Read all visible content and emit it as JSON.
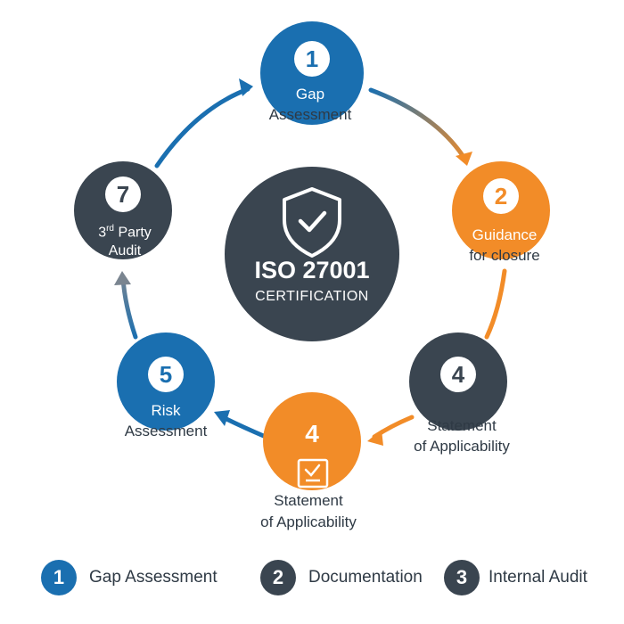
{
  "colors": {
    "blue": "#1a6fb0",
    "orange": "#f28c28",
    "dark": "#3a4550",
    "gray": "#7a8590"
  },
  "center": {
    "icon": "shield-check-icon",
    "title": "ISO 27001",
    "subtitle": "CERTIFICATION"
  },
  "steps": [
    {
      "number": "1",
      "line1": "Gap",
      "line2": "Assessment"
    },
    {
      "number": "2",
      "line1": "Guidance",
      "line2": "for closure"
    },
    {
      "number": "4",
      "line1": "Statement",
      "line2": "of Applicability"
    },
    {
      "number": "4",
      "line1": "Statement",
      "line2": "of Applicability",
      "icon": "checklist-icon"
    },
    {
      "number": "5",
      "line1": "Risk",
      "line2": "Assessment"
    },
    {
      "number": "7",
      "line1_main": "3",
      "line1_sup": "rd",
      "line1_rest": " Party",
      "line2": "Audit"
    }
  ],
  "legend": [
    {
      "number": "1",
      "label": "Gap Assessment"
    },
    {
      "number": "2",
      "label": "Documentation"
    },
    {
      "number": "3",
      "label": "Internal Audit"
    }
  ]
}
